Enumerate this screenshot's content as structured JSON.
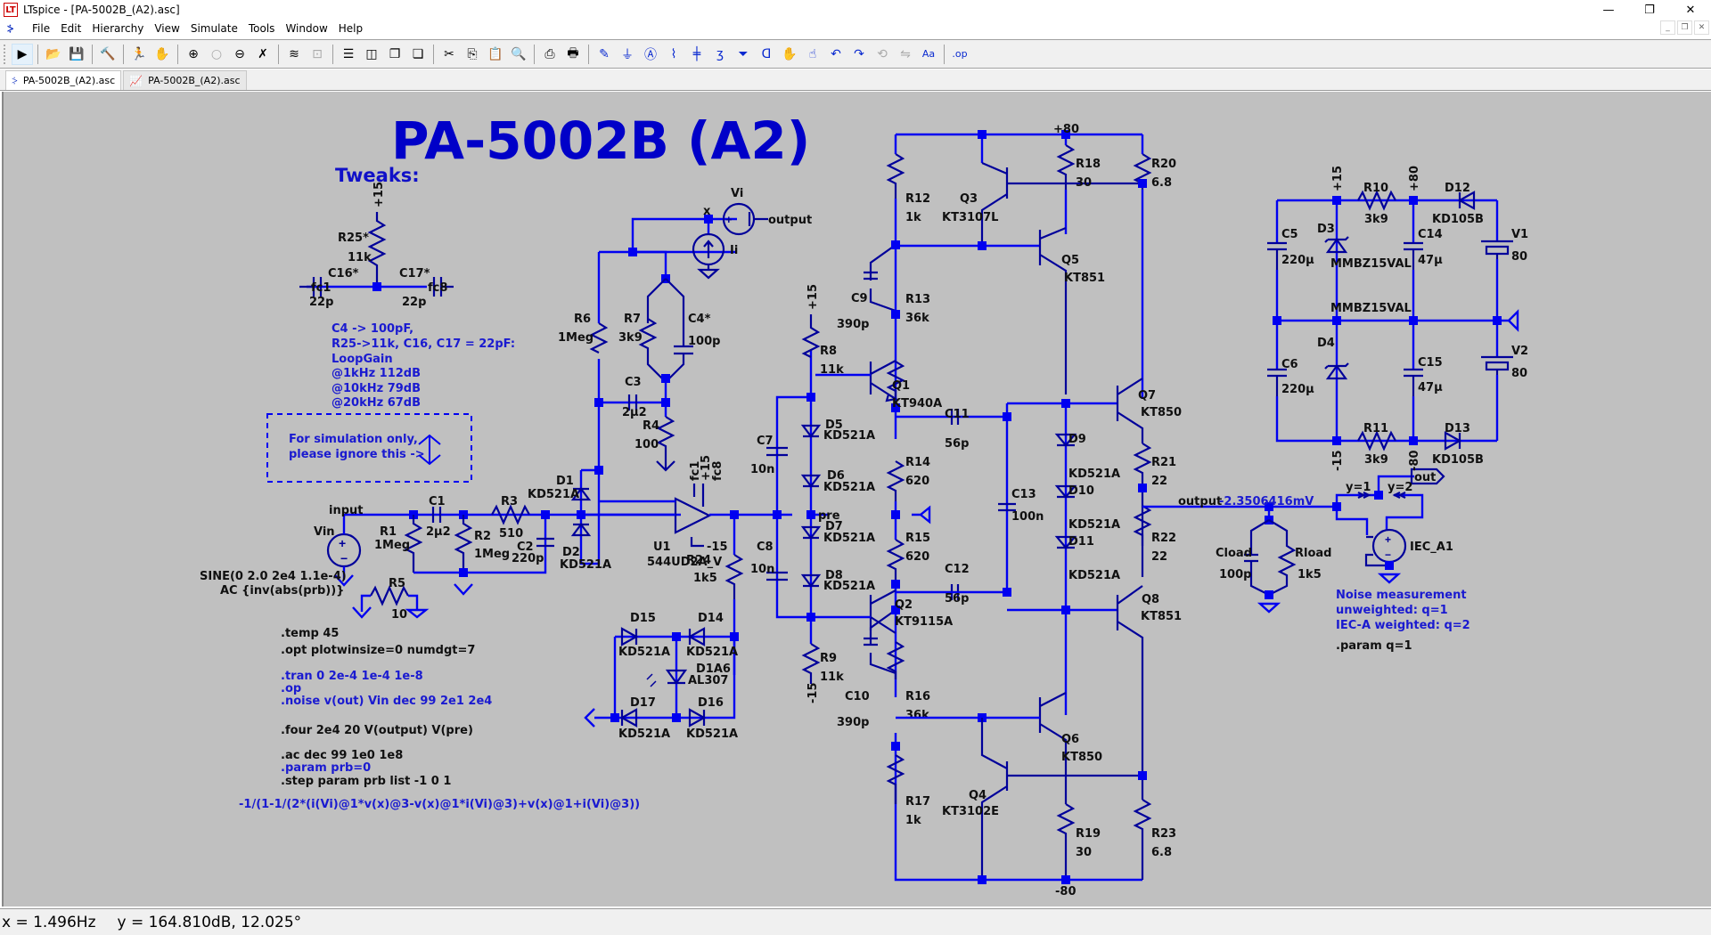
{
  "window": {
    "title": "LTspice - [PA-5002B_(A2).asc]",
    "controls": {
      "minimize": "—",
      "restore": "❐",
      "close": "✕"
    },
    "mdi_controls": {
      "minimize": "_",
      "restore": "❐",
      "close": "✕"
    }
  },
  "menubar": {
    "items": [
      "File",
      "Edit",
      "Hierarchy",
      "View",
      "Simulate",
      "Tools",
      "Window",
      "Help"
    ]
  },
  "toolbar": {
    "buttons": [
      {
        "name": "run-icon",
        "glyph": "▶",
        "state": "pressed"
      },
      {
        "name": "open-icon",
        "glyph": "📂"
      },
      {
        "name": "save-icon",
        "glyph": "💾"
      },
      {
        "name": "control-panel-icon",
        "glyph": "🔨"
      },
      {
        "name": "halt-icon",
        "glyph": "🏃"
      },
      {
        "name": "pan-icon",
        "glyph": "✋",
        "state": "disabled"
      },
      {
        "name": "zoom-in-icon",
        "glyph": "⊕"
      },
      {
        "name": "zoom-fit-icon",
        "glyph": "○",
        "state": "disabled"
      },
      {
        "name": "zoom-out-icon",
        "glyph": "⊖"
      },
      {
        "name": "zoom-cancel-icon",
        "glyph": "✗"
      },
      {
        "name": "autoscale-icon",
        "glyph": "≋"
      },
      {
        "name": "delete-traces-icon",
        "glyph": "⊡",
        "state": "disabled"
      },
      {
        "name": "tile-horizontal-icon",
        "glyph": "☰"
      },
      {
        "name": "tile-vertical-icon",
        "glyph": "◫"
      },
      {
        "name": "cascade-icon",
        "glyph": "❐"
      },
      {
        "name": "close-window-icon",
        "glyph": "❏"
      },
      {
        "name": "cut-icon",
        "glyph": "✂"
      },
      {
        "name": "copy-icon",
        "glyph": "⎘"
      },
      {
        "name": "paste-icon",
        "glyph": "📋",
        "state": "disabled"
      },
      {
        "name": "find-icon",
        "glyph": "🔍"
      },
      {
        "name": "print-preview-icon",
        "glyph": "⎙"
      },
      {
        "name": "print-icon",
        "glyph": "🖶"
      },
      {
        "name": "draw-wire-icon",
        "glyph": "✎"
      },
      {
        "name": "ground-icon",
        "glyph": "⏚"
      },
      {
        "name": "label-net-icon",
        "glyph": "Ⓐ"
      },
      {
        "name": "resistor-icon",
        "glyph": "⌇"
      },
      {
        "name": "capacitor-icon",
        "glyph": "╪"
      },
      {
        "name": "inductor-icon",
        "glyph": "ʒ"
      },
      {
        "name": "diode-icon",
        "glyph": "⏷"
      },
      {
        "name": "component-icon",
        "glyph": "ᗡ"
      },
      {
        "name": "move-icon",
        "glyph": "✋"
      },
      {
        "name": "drag-icon",
        "glyph": "☝"
      },
      {
        "name": "undo-icon",
        "glyph": "↶"
      },
      {
        "name": "redo-icon",
        "glyph": "↷"
      },
      {
        "name": "rotate-icon",
        "glyph": "⟲",
        "state": "disabled"
      },
      {
        "name": "mirror-icon",
        "glyph": "⇋",
        "state": "disabled"
      },
      {
        "name": "text-icon",
        "glyph": "Aa"
      },
      {
        "name": "spice-directive-icon",
        "glyph": ".op"
      }
    ]
  },
  "tabs": [
    {
      "label": "PA-5002B_(A2).asc",
      "type": "schematic",
      "active": true
    },
    {
      "label": "PA-5002B_(A2).asc",
      "type": "waveform",
      "active": false
    }
  ],
  "schematic": {
    "title": "PA-5002B (A2)",
    "tweaks_heading": "Tweaks:",
    "tweaks_notes": [
      "C4 -> 100pF,",
      "R25->11k, C16, C17 = 22pF:",
      "LoopGain",
      "@1kHz 112dB",
      "@10kHz 79dB",
      "@20kHz 67dB"
    ],
    "sim_box": [
      "For simulation only,",
      "please ignore this ->"
    ],
    "directives": {
      "temp": ".temp 45",
      "opt": ".opt plotwinsize=0 numdgt=7",
      "tran": ".tran 0 2e-4 1e-4 1e-8",
      "op": ".op",
      "noise": ".noise v(out) Vin dec 99 2e1 2e4",
      "four": ".four 2e4 20 V(output) V(pre)",
      "ac": ".ac dec 99 1e0 1e8",
      "param_prb": ".param prb=0",
      "step": ".step param prb list -1 0 1",
      "expr": "-1/(1-1/(2*(i(Vi)@1*v(x)@3-v(x)@1*i(Vi)@3)+v(x)@1+i(Vi)@3))",
      "noise_note": [
        "Noise measurement",
        "unweighted: q=1",
        "IEC-A weighted: q=2"
      ],
      "param_q": ".param q=1"
    },
    "nets": {
      "input": "input",
      "output": "output",
      "output_value": "-2.3506416mV",
      "pre": "pre",
      "x": "x",
      "out": "out",
      "p15": "+15",
      "m15": "-15",
      "p80": "+80",
      "m80": "-80",
      "fc1": "fc1",
      "fc8": "fc8",
      "y1": "y=1",
      "y2": "y=2"
    },
    "components": {
      "Vin": {
        "ref": "Vin",
        "value": "SINE(0 2.0 2e4 1.1e-4)",
        "value2": "AC {inv(abs(prb))}"
      },
      "R1": {
        "ref": "R1",
        "value": "1Meg"
      },
      "C1": {
        "ref": "C1",
        "value": "2μ2"
      },
      "R2": {
        "ref": "R2",
        "value": "1Meg"
      },
      "R3": {
        "ref": "R3",
        "value": "510"
      },
      "C2": {
        "ref": "C2",
        "value": "220p"
      },
      "R5": {
        "ref": "R5",
        "value": "10"
      },
      "D1": {
        "ref": "D1",
        "value": "KD521A"
      },
      "D2": {
        "ref": "D2",
        "value": "KD521A"
      },
      "R6": {
        "ref": "R6",
        "value": "1Meg"
      },
      "R7": {
        "ref": "R7",
        "value": "3k9"
      },
      "C4": {
        "ref": "C4*",
        "value": "100p"
      },
      "C3": {
        "ref": "C3",
        "value": "2μ2"
      },
      "R4": {
        "ref": "R4",
        "value": "100"
      },
      "Vi": {
        "ref": "Vi"
      },
      "Ii": {
        "ref": "Ii"
      },
      "U1": {
        "ref": "U1",
        "value": "544UD2A_V"
      },
      "R24": {
        "ref": "R24",
        "value": "1k5"
      },
      "D15": {
        "ref": "D15",
        "value": "KD521A"
      },
      "D14": {
        "ref": "D14",
        "value": "KD521A"
      },
      "D1A6": {
        "ref": "D1A6",
        "value": "AL307"
      },
      "D17": {
        "ref": "D17",
        "value": "KD521A"
      },
      "D16": {
        "ref": "D16",
        "value": "KD521A"
      },
      "R25": {
        "ref": "R25*",
        "value": "11k"
      },
      "C16": {
        "ref": "C16*",
        "value": "22p"
      },
      "C17": {
        "ref": "C17*",
        "value": "22p"
      },
      "C7": {
        "ref": "C7",
        "value": "10n"
      },
      "C8": {
        "ref": "C8",
        "value": "10n"
      },
      "R8": {
        "ref": "R8",
        "value": "11k"
      },
      "R9": {
        "ref": "R9",
        "value": "11k"
      },
      "D5": {
        "ref": "D5",
        "value": "KD521A"
      },
      "D6": {
        "ref": "D6",
        "value": "KD521A"
      },
      "D7": {
        "ref": "D7",
        "value": "KD521A"
      },
      "D8": {
        "ref": "D8",
        "value": "KD521A"
      },
      "Q1": {
        "ref": "Q1",
        "value": "KT940A"
      },
      "Q2": {
        "ref": "Q2",
        "value": "KT9115A"
      },
      "R12": {
        "ref": "R12",
        "value": "1k"
      },
      "R13": {
        "ref": "R13",
        "value": "36k"
      },
      "C9": {
        "ref": "C9",
        "value": "390p"
      },
      "R14": {
        "ref": "R14",
        "value": "620"
      },
      "R15": {
        "ref": "R15",
        "value": "620"
      },
      "R16": {
        "ref": "R16",
        "value": "36k"
      },
      "C10": {
        "ref": "C10",
        "value": "390p"
      },
      "R17": {
        "ref": "R17",
        "value": "1k"
      },
      "Q3": {
        "ref": "Q3",
        "value": "KT3107L"
      },
      "Q4": {
        "ref": "Q4",
        "value": "KT3102E"
      },
      "Q5": {
        "ref": "Q5",
        "value": "KT851"
      },
      "Q6": {
        "ref": "Q6",
        "value": "KT850"
      },
      "Q7": {
        "ref": "Q7",
        "value": "KT850"
      },
      "Q8": {
        "ref": "Q8",
        "value": "KT851"
      },
      "C11": {
        "ref": "C11",
        "value": "56p"
      },
      "C12": {
        "ref": "C12",
        "value": "56p"
      },
      "C13": {
        "ref": "C13",
        "value": "100n"
      },
      "D9": {
        "ref": "D9",
        "value": "KD521A"
      },
      "D10": {
        "ref": "D10",
        "value": "KD521A"
      },
      "D11": {
        "ref": "D11",
        "value": "KD521A"
      },
      "R18": {
        "ref": "R18",
        "value": "30"
      },
      "R19": {
        "ref": "R19",
        "value": "30"
      },
      "R20": {
        "ref": "R20",
        "value": "6.8"
      },
      "R21": {
        "ref": "R21",
        "value": "22"
      },
      "R22": {
        "ref": "R22",
        "value": "22"
      },
      "R23": {
        "ref": "R23",
        "value": "6.8"
      },
      "Cload": {
        "ref": "Cload",
        "value": "100p"
      },
      "Rload": {
        "ref": "Rload",
        "value": "1k5"
      },
      "IEC_A1": {
        "ref": "IEC_A1"
      },
      "C5": {
        "ref": "C5",
        "value": "220μ"
      },
      "C6": {
        "ref": "C6",
        "value": "220μ"
      },
      "D3": {
        "ref": "D3",
        "value": "MMBZ15VAL"
      },
      "D4": {
        "ref": "D4",
        "value": "MMBZ15VAL"
      },
      "R10": {
        "ref": "R10",
        "value": "3k9"
      },
      "R11": {
        "ref": "R11",
        "value": "3k9"
      },
      "C14": {
        "ref": "C14",
        "value": "47μ"
      },
      "C15": {
        "ref": "C15",
        "value": "47μ"
      },
      "D12": {
        "ref": "D12",
        "value": "KD105B"
      },
      "D13": {
        "ref": "D13",
        "value": "KD105B"
      },
      "V1": {
        "ref": "V1",
        "value": "80"
      },
      "V2": {
        "ref": "V2",
        "value": "80"
      }
    }
  },
  "statusbar": {
    "x": "x = 1.496Hz",
    "y": "y = 164.810dB, 12.025°"
  }
}
